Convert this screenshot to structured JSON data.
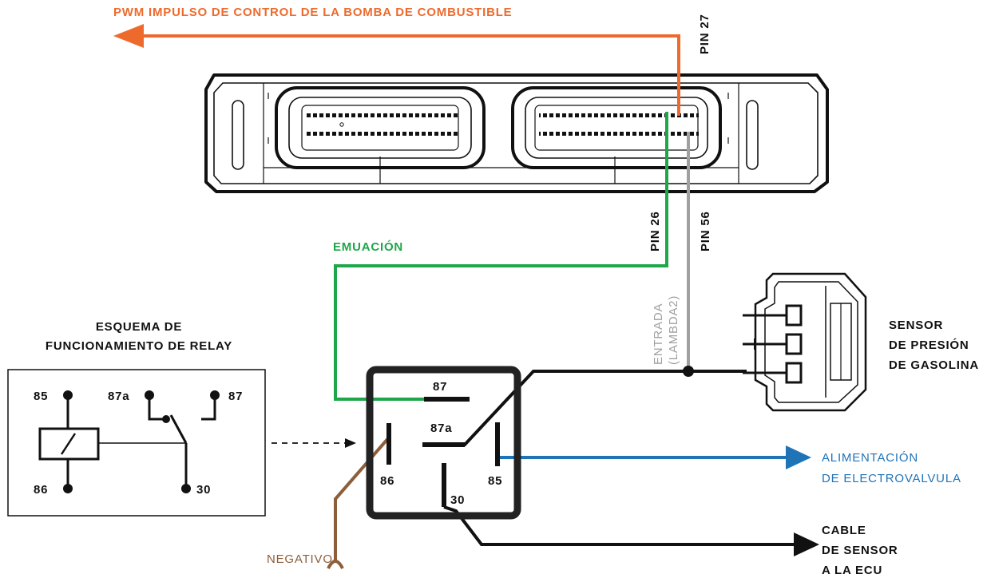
{
  "colors": {
    "pwm": "#ee6a2c",
    "emulation": "#1fa64a",
    "lambda": "#a0a0a0",
    "power": "#1f74b8",
    "negative": "#8c5e3a",
    "black": "#111111"
  },
  "labels": {
    "pwm_title": "PWM IMPULSO DE CONTROL DE LA BOMBA DE COMBUSTIBLE",
    "pin27": "PIN 27",
    "pin26": "PIN 26",
    "pin56": "PIN 56",
    "emulation": "EMUACIÓN",
    "entrada_line1": "ENTRADA",
    "entrada_line2": "(LAMBDA2)",
    "schema_line1": "ESQUEMA DE",
    "schema_line2": "FUNCIONAMIENTO DE RELAY",
    "sensor_line1": "SENSOR",
    "sensor_line2": "DE PRESIÓN",
    "sensor_line3": "DE GASOLINA",
    "power_line1": "ALIMENTACIÓN",
    "power_line2": "DE ELECTROVALVULA",
    "cable_line1": "CABLE",
    "cable_line2": "DE SENSOR",
    "cable_line3": "A LA ECU",
    "negative": "NEGATIVO"
  },
  "relay_schema_pins": {
    "p85": "85",
    "p87a": "87a",
    "p87": "87",
    "p86": "86",
    "p30": "30"
  },
  "relay_pins": {
    "p87": "87",
    "p87a": "87a",
    "p86": "86",
    "p85": "85",
    "p30": "30"
  }
}
